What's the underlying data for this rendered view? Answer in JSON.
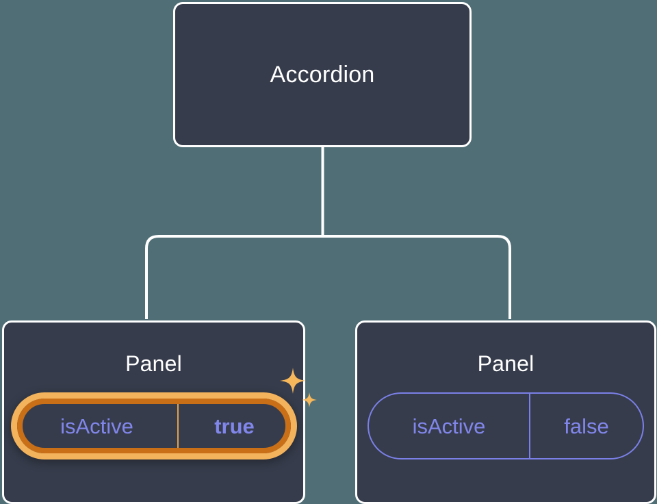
{
  "diagram": {
    "type": "component-tree",
    "background_color": "#506e76",
    "node_fill_color": "#363c4b",
    "node_border_color": "#ffffff",
    "accent_purple": "#7b80e8",
    "accent_amber": "#f3b35c",
    "accent_orange": "#c96f18",
    "root": {
      "title": "Accordion"
    },
    "children": [
      {
        "title": "Panel",
        "prop": {
          "key": "isActive",
          "value": "true"
        },
        "highlighted": true,
        "sparkle_icons": [
          "sparkle-large-icon",
          "sparkle-small-icon"
        ]
      },
      {
        "title": "Panel",
        "prop": {
          "key": "isActive",
          "value": "false"
        },
        "highlighted": false,
        "sparkle_icons": []
      }
    ]
  }
}
